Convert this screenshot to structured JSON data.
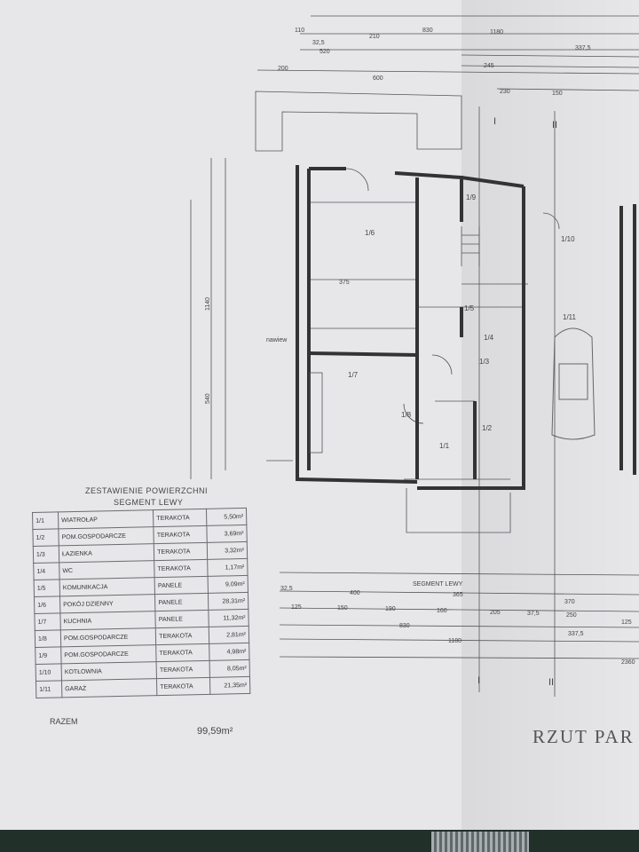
{
  "summary": {
    "title_line1": "ZESTAWIENIE POWIERZCHNI",
    "title_line2": "SEGMENT LEWY",
    "rows": [
      {
        "no": "1/1",
        "name": "WIATROŁAP",
        "floor": "TERAKOTA",
        "area": "5,50m²"
      },
      {
        "no": "1/2",
        "name": "POM.GOSPODARCZE",
        "floor": "TERAKOTA",
        "area": "3,69m²"
      },
      {
        "no": "1/3",
        "name": "ŁAZIENKA",
        "floor": "TERAKOTA",
        "area": "3,32m²"
      },
      {
        "no": "1/4",
        "name": "WC",
        "floor": "TERAKOTA",
        "area": "1,17m²"
      },
      {
        "no": "1/5",
        "name": "KOMUNIKACJA",
        "floor": "PANELE",
        "area": "9,09m²"
      },
      {
        "no": "1/6",
        "name": "POKÓJ DZIENNY",
        "floor": "PANELE",
        "area": "28,31m²"
      },
      {
        "no": "1/7",
        "name": "KUCHNIA",
        "floor": "PANELE",
        "area": "11,32m²"
      },
      {
        "no": "1/8",
        "name": "POM.GOSPODARCZE",
        "floor": "TERAKOTA",
        "area": "2,81m²"
      },
      {
        "no": "1/9",
        "name": "POM.GOSPODARCZE",
        "floor": "TERAKOTA",
        "area": "4,98m²"
      },
      {
        "no": "1/10",
        "name": "KOTŁOWNIA",
        "floor": "TERAKOTA",
        "area": "8,05m²"
      },
      {
        "no": "1/11",
        "name": "GARAŻ",
        "floor": "TERAKOTA",
        "area": "21,35m²"
      }
    ],
    "total_label": "RAZEM",
    "total_area": "99,59m²"
  },
  "drawing": {
    "title_fragment": "RZUT PAR"
  }
}
